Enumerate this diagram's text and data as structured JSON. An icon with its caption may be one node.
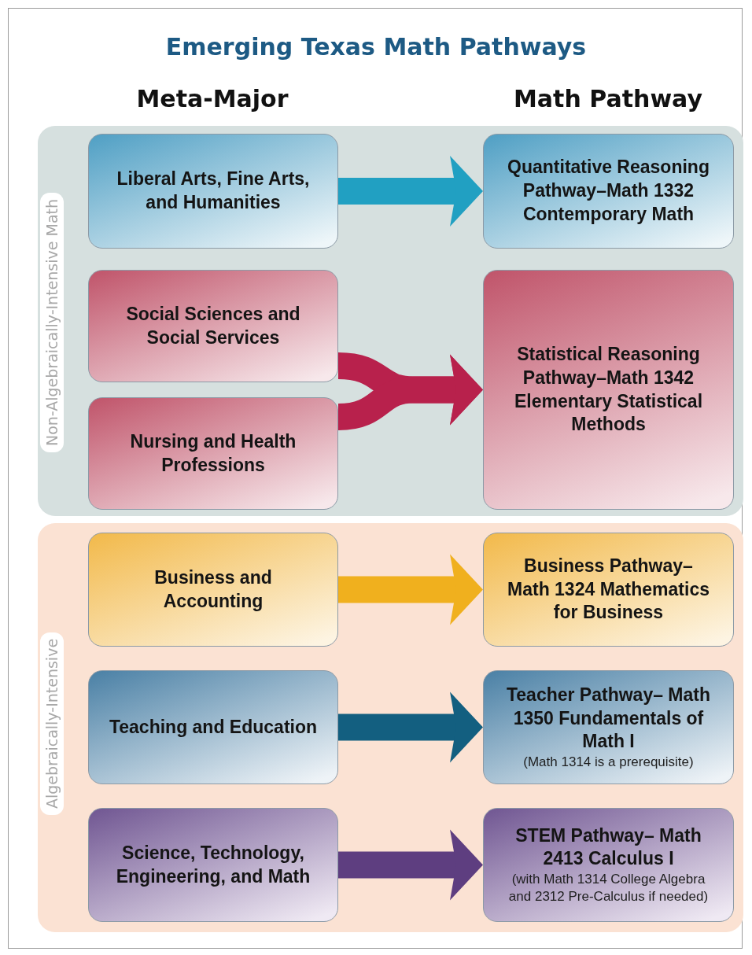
{
  "diagram": {
    "title": "Emerging Texas Math Pathways",
    "nodes": [
      {
        "text": [
          "Non-Algebraically-Intensive Math"
        ]
      },
      {
        "text": [
          "Liberal Arts, Fine Arts, and Humanities"
        ],
        "in": 0
      },
      {
        "text": [
          "Quantitative Reasoning Pathway–Math 1332 Contemporary Math"
        ],
        "in": 0
      },
      {
        "text": [
          "Social Sciences and Social Services"
        ],
        "in": 0
      },
      {
        "text": [
          "Nursing and Health Professions"
        ],
        "in": 0
      },
      {
        "text": [
          "Statistical Reasoning Pathway–Math 1342 Elementary Statistical Methods"
        ],
        "in": 0
      },
      {
        "text": [
          "Algebraically-Intensive"
        ]
      },
      {
        "text": [
          "Business and Accounting"
        ],
        "in": 6
      },
      {
        "text": [
          "Business Pathway– Math 1324 Mathematics for Business"
        ],
        "in": 6
      },
      {
        "text": [
          "Teaching and Education"
        ],
        "in": 6
      },
      {
        "text": [
          "Teacher Pathway– Math 1350 Fundamentals of Math I",
          "(Math 1314 is a prerequisite)"
        ],
        "in": 6
      },
      {
        "text": [
          "Science, Technology, Engineering, and Math"
        ],
        "in": 6
      },
      {
        "text": [
          "STEM Pathway– Math 2413 Calculus I",
          "(with Math 1314 College Algebra and 2312 Pre-Calculus if needed)"
        ],
        "in": 6
      }
    ],
    "edges": [
      {
        "from": 1,
        "to": 2,
        "arrow": "to",
        "color": "#21a0c2"
      },
      {
        "from": 3,
        "to": 5,
        "arrow": "to",
        "color": "#b8214c"
      },
      {
        "from": 4,
        "to": 5,
        "arrow": "to",
        "color": "#b8214c"
      },
      {
        "from": 7,
        "to": 8,
        "arrow": "to",
        "color": "#f0b01e"
      },
      {
        "from": 9,
        "to": 10,
        "arrow": "to",
        "color": "#135f80"
      },
      {
        "from": 11,
        "to": 12,
        "arrow": "to",
        "color": "#5e3e80"
      }
    ],
    "labels": [
      "Meta-Major",
      "Math Pathway"
    ]
  }
}
